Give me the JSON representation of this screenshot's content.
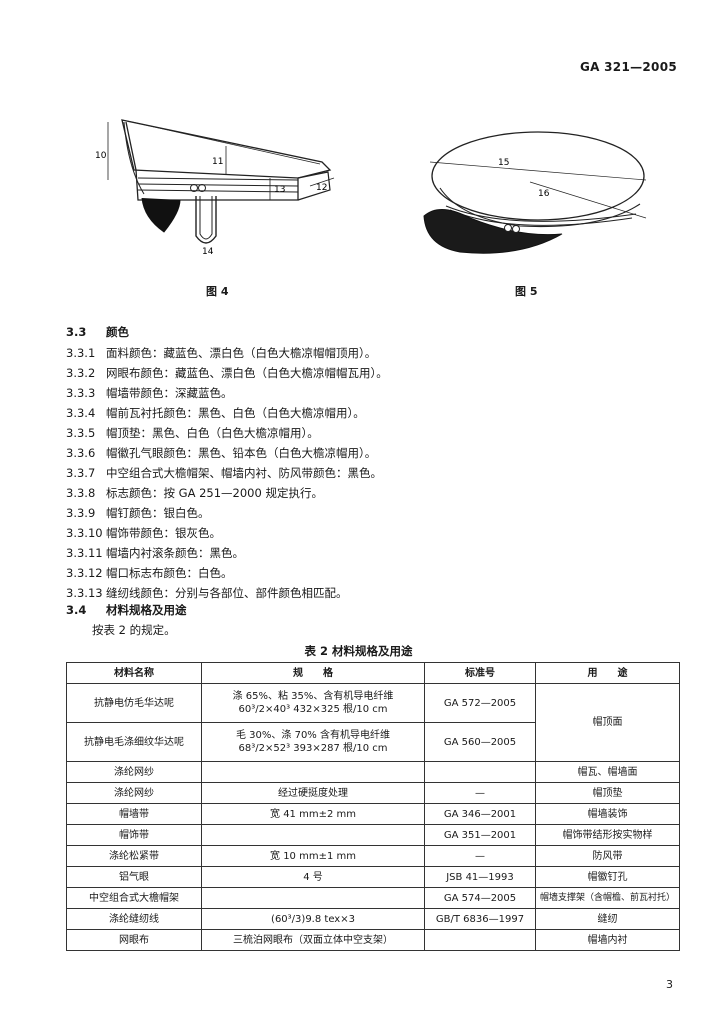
{
  "header": {
    "code": "GA 321—2005"
  },
  "figures": {
    "fig4": {
      "caption": "图 4",
      "labels": [
        "10",
        "11",
        "13",
        "12",
        "14"
      ]
    },
    "fig5": {
      "caption": "图 5",
      "labels": [
        "15",
        "16"
      ]
    }
  },
  "section_color": {
    "title_num": "3.3",
    "title": "颜色",
    "items": [
      {
        "num": "3.3.1",
        "text": "面料颜色：藏蓝色、漂白色（白色大檐凉帽帽顶用）。"
      },
      {
        "num": "3.3.2",
        "text": "网眼布颜色：藏蓝色、漂白色（白色大檐凉帽帽瓦用）。"
      },
      {
        "num": "3.3.3",
        "text": "帽墙带颜色：深藏蓝色。"
      },
      {
        "num": "3.3.4",
        "text": "帽前瓦衬托颜色：黑色、白色（白色大檐凉帽用）。"
      },
      {
        "num": "3.3.5",
        "text": "帽顶垫：黑色、白色（白色大檐凉帽用）。"
      },
      {
        "num": "3.3.6",
        "text": "帽徽孔气眼颜色：黑色、铅本色（白色大檐凉帽用）。"
      },
      {
        "num": "3.3.7",
        "text": "中空组合式大檐帽架、帽墙内衬、防风带颜色：黑色。"
      },
      {
        "num": "3.3.8",
        "text": "标志颜色：按 GA 251—2000 规定执行。"
      },
      {
        "num": "3.3.9",
        "text": "帽钉颜色：银白色。"
      },
      {
        "num": "3.3.10",
        "text": "帽饰带颜色：银灰色。"
      },
      {
        "num": "3.3.11",
        "text": "帽墙内衬滚条颜色：黑色。"
      },
      {
        "num": "3.3.12",
        "text": "帽口标志布颜色：白色。"
      },
      {
        "num": "3.3.13",
        "text": "缝纫线颜色：分别与各部位、部件颜色相匹配。"
      }
    ]
  },
  "section_material": {
    "title_num": "3.4",
    "title": "材料规格及用途",
    "text": "按表 2 的规定。"
  },
  "table": {
    "caption": "表 2  材料规格及用途",
    "headers": [
      "材料名称",
      "规　　格",
      "标准号",
      "用　　途"
    ],
    "rows": [
      {
        "name": "抗静电仿毛华达呢",
        "spec_a": "涤 65%、粘 35%、含有机导电纤维",
        "spec_b": "60³/2×40³  432×325 根/10 cm",
        "std": "GA 572—2005",
        "use": "帽顶面"
      },
      {
        "name": "抗静电毛涤细纹华达呢",
        "spec_a": "毛 30%、涤 70% 含有机导电纤维",
        "spec_b": "68³/2×52³  393×287 根/10 cm",
        "std": "GA 560—2005",
        "use": ""
      },
      {
        "name": "涤纶网纱",
        "spec": "",
        "std": "",
        "use": "帽瓦、帽墙面"
      },
      {
        "name": "涤纶网纱",
        "spec": "经过硬挺度处理",
        "std": "—",
        "use": "帽顶垫"
      },
      {
        "name": "帽墙带",
        "spec": "宽 41 mm±2 mm",
        "std": "GA 346—2001",
        "use": "帽墙装饰"
      },
      {
        "name": "帽饰带",
        "spec": "",
        "std": "GA 351—2001",
        "use": "帽饰带结形按实物样"
      },
      {
        "name": "涤纶松紧带",
        "spec": "宽 10 mm±1 mm",
        "std": "—",
        "use": "防风带"
      },
      {
        "name": "铝气眼",
        "spec": "4 号",
        "std": "JSB 41—1993",
        "use": "帽徽钉孔"
      },
      {
        "name": "中空组合式大檐帽架",
        "spec": "",
        "std": "GA 574—2005",
        "use": "帽墙支撑架（含帽檐、前瓦衬托）"
      },
      {
        "name": "涤纶缝纫线",
        "spec": "(60³/3)9.8 tex×3",
        "std": "GB/T 6836—1997",
        "use": "缝纫"
      },
      {
        "name": "网眼布",
        "spec": "三梳泊网眼布（双面立体中空支架）",
        "std": "",
        "use": "帽墙内衬"
      }
    ]
  },
  "page_number": "3"
}
